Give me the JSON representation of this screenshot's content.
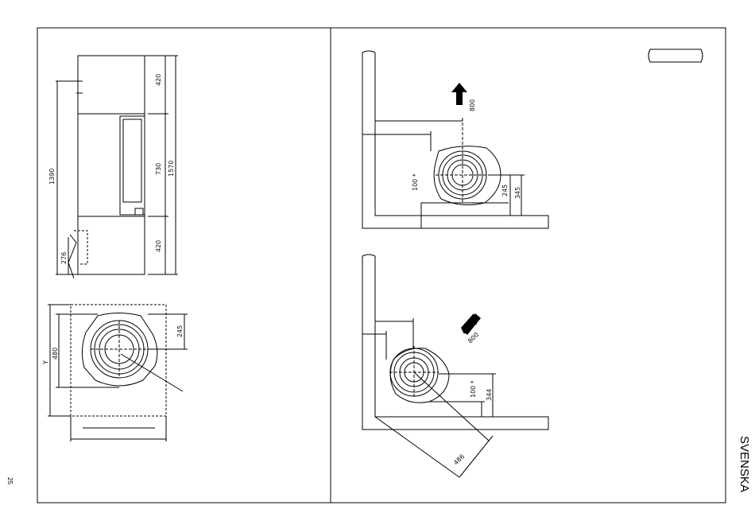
{
  "page": {
    "language_tab": "SVENSKA",
    "page_number": "25"
  },
  "left_panel": {
    "elevation": {
      "dims": {
        "top_section": "420",
        "middle_section": "730",
        "bottom_section": "420",
        "overall_height": "1570",
        "outlet_height": "1390",
        "inlet_height": "276"
      }
    },
    "plan": {
      "dims": {
        "depth": "480",
        "y_label": "Y",
        "offset": "245"
      }
    }
  },
  "right_panel": {
    "wall_install": {
      "dims": {
        "front_clearance": "800",
        "side_clearance": "100 *",
        "centre_to_wall": "245",
        "centre_total": "345"
      }
    },
    "corner_install": {
      "dims": {
        "front_clearance": "800",
        "side_clearance": "100 *",
        "centre_to_wall": "344",
        "diagonal": "486"
      }
    }
  }
}
